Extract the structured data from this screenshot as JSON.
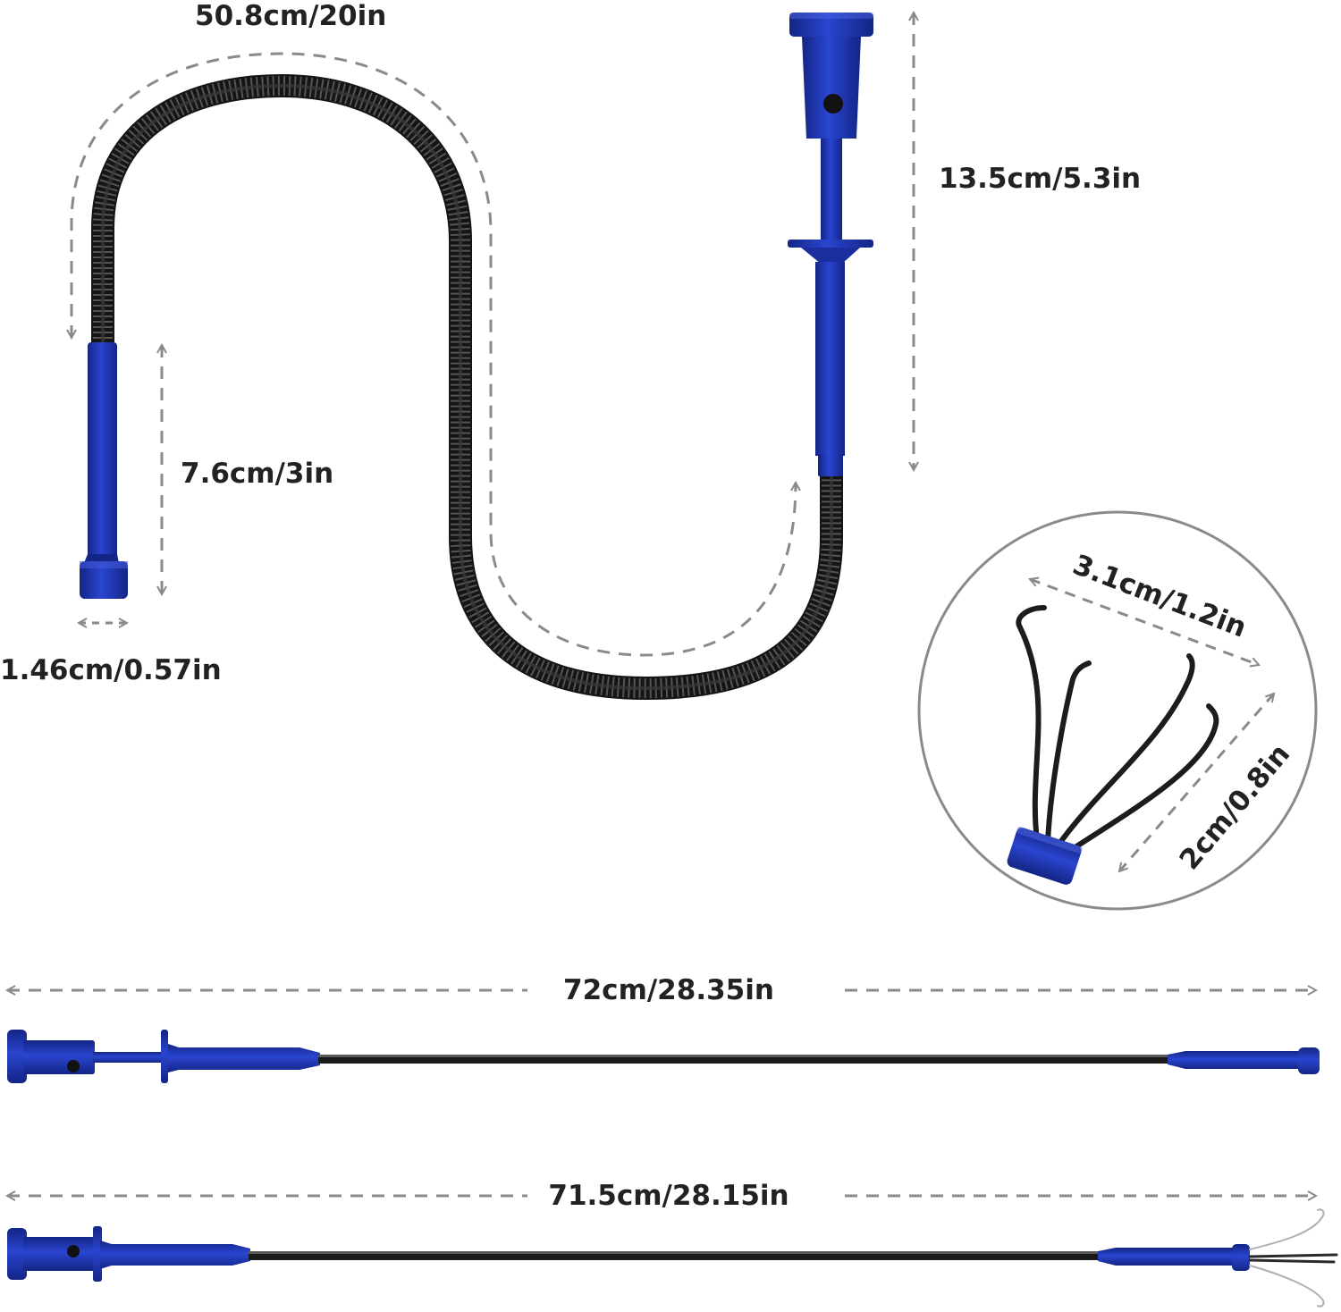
{
  "colors": {
    "tool_blue": "#1f37b5",
    "tool_blue_dark": "#132585",
    "tool_blue_light": "#4a63e0",
    "cable": "#2b2b2b",
    "dimension_line": "#8a8a8a",
    "label_text": "#222222",
    "background": "#ffffff"
  },
  "measurements": {
    "cable_length": "50.8cm/20in",
    "plunger_handle_height": "13.5cm/5.3in",
    "claw_sleeve_length": "7.6cm/3in",
    "claw_sleeve_diameter": "1.46cm/0.57in",
    "claw_open_width": "3.1cm/1.2in",
    "claw_length": "2cm/0.8in",
    "total_length_closed": "72cm/28.35in",
    "total_length_open": "71.5cm/28.15in"
  }
}
